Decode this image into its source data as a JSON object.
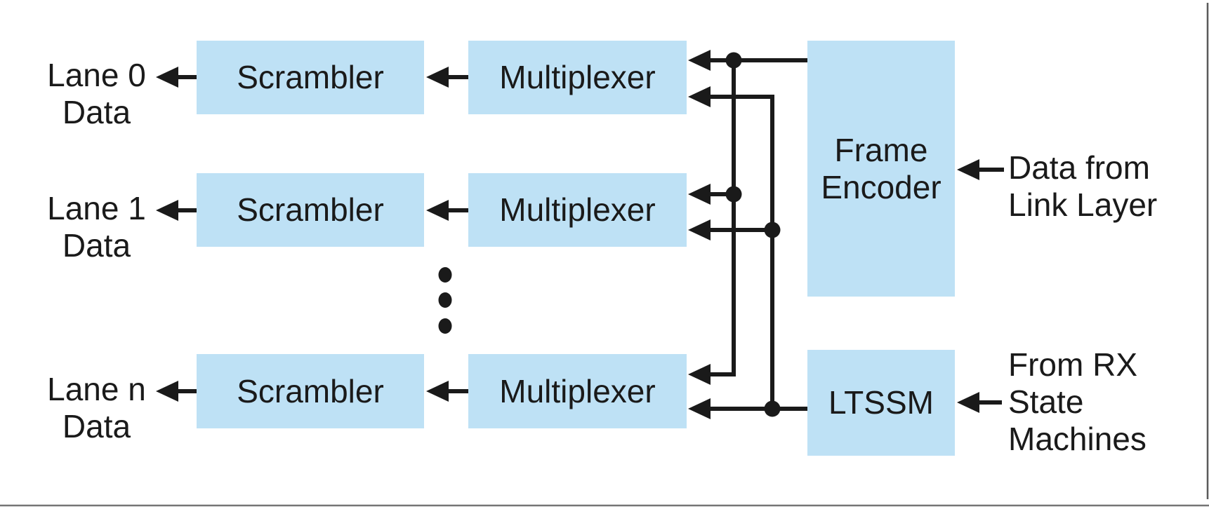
{
  "colors": {
    "block_fill": "#BEE1F5",
    "ink": "#1A1A1A",
    "page_edge_bottom": "#757575",
    "page_edge_right": "#5A5A5A"
  },
  "lanes": [
    {
      "label_line1": "Lane 0",
      "label_line2": "Data",
      "scrambler_label": "Scrambler",
      "multiplexer_label": "Multiplexer"
    },
    {
      "label_line1": "Lane 1",
      "label_line2": "Data",
      "scrambler_label": "Scrambler",
      "multiplexer_label": "Multiplexer"
    },
    {
      "label_line1": "Lane n",
      "label_line2": "Data",
      "scrambler_label": "Scrambler",
      "multiplexer_label": "Multiplexer"
    }
  ],
  "frame_encoder": {
    "label_line1": "Frame",
    "label_line2": "Encoder"
  },
  "ltssm": {
    "label": "LTSSM"
  },
  "annotations": {
    "data_from_link_layer": {
      "line1": "Data from",
      "line2": "Link Layer"
    },
    "from_rx_state_machines": {
      "line1": "From RX",
      "line2": "State",
      "line3": "Machines"
    }
  },
  "icons": {
    "vertical_ellipsis_icon": "more lanes (⋮)"
  }
}
